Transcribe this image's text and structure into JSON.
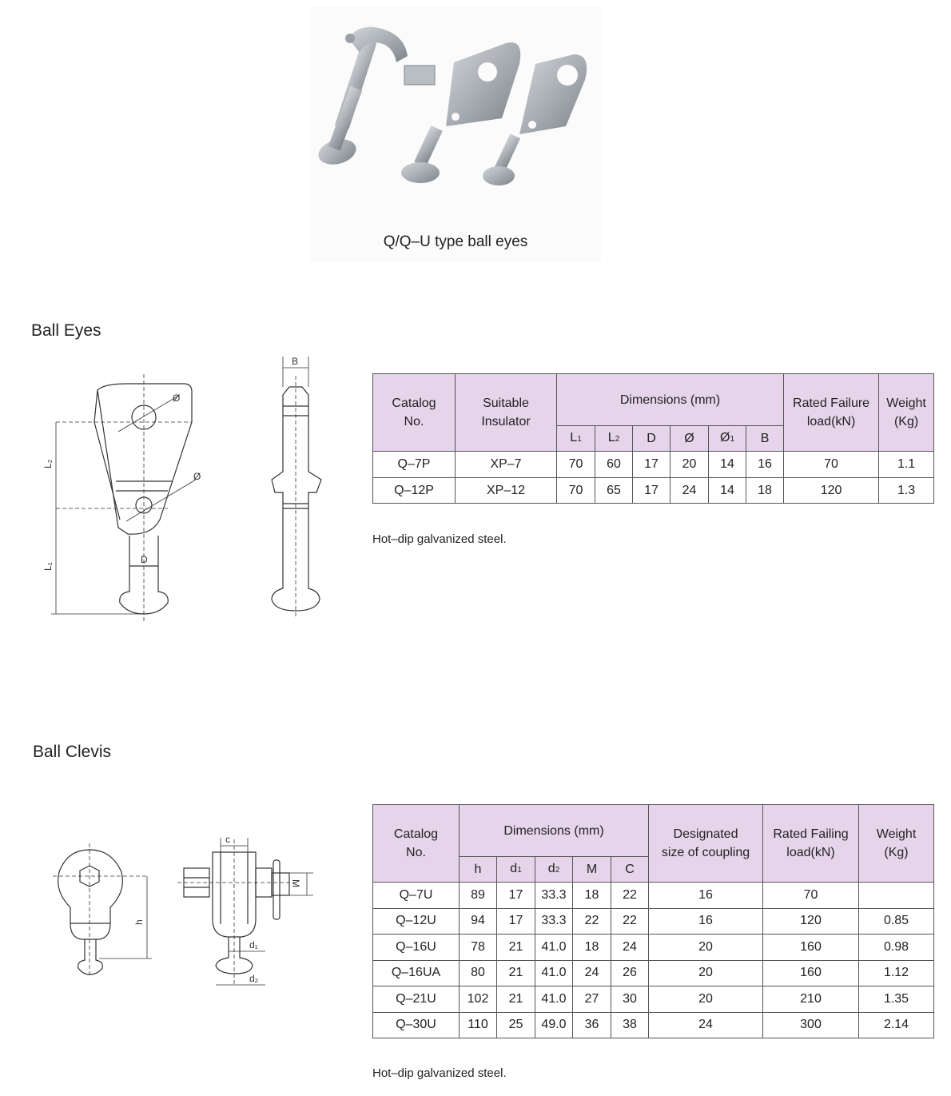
{
  "photo": {
    "caption": "Q/Q–U type ball eyes"
  },
  "ball_eyes": {
    "title": "Ball Eyes",
    "drawing_labels": {
      "phi_top": "Ø",
      "phi_mid": "Ø",
      "l2": "L₂",
      "l1": "L₁",
      "d": "D",
      "b": "B"
    },
    "table": {
      "headers": {
        "catalog_line1": "Catalog",
        "catalog_line2": "No.",
        "insulator_line1": "Suitable",
        "insulator_line2": "Insulator",
        "dimensions": "Dimensions (mm)",
        "rated_line1": "Rated Failure",
        "rated_line2": "load(kN)",
        "weight_line1": "Weight",
        "weight_line2": "(Kg)",
        "sub": [
          {
            "main": "L",
            "sub": "1"
          },
          {
            "main": "L",
            "sub": "2"
          },
          {
            "main": "D",
            "sub": ""
          },
          {
            "main": "Ø",
            "sub": ""
          },
          {
            "main": "Ø",
            "sub": "1"
          },
          {
            "main": "B",
            "sub": ""
          }
        ]
      },
      "rows": [
        [
          "Q–7P",
          "XP–7",
          "70",
          "60",
          "17",
          "20",
          "14",
          "16",
          "70",
          "1.1"
        ],
        [
          "Q–12P",
          "XP–12",
          "70",
          "65",
          "17",
          "24",
          "14",
          "18",
          "120",
          "1.3"
        ]
      ]
    },
    "note": "Hot–dip galvanized steel."
  },
  "ball_clevis": {
    "title": "Ball Clevis",
    "drawing_labels": {
      "h": "h",
      "c": "c",
      "m": "M",
      "d1": "d₁",
      "d2": "d₂"
    },
    "table": {
      "headers": {
        "catalog_line1": "Catalog",
        "catalog_line2": "No.",
        "dimensions": "Dimensions (mm)",
        "coupling_line1": "Designated",
        "coupling_line2": "size of coupling",
        "rated_line1": "Rated Failing",
        "rated_line2": "load(kN)",
        "weight_line1": "Weight",
        "weight_line2": "(Kg)",
        "sub": [
          {
            "main": "h",
            "sub": ""
          },
          {
            "main": "d",
            "sub": "1"
          },
          {
            "main": "d",
            "sub": "2"
          },
          {
            "main": "M",
            "sub": ""
          },
          {
            "main": "C",
            "sub": ""
          }
        ]
      },
      "rows": [
        [
          "Q–7U",
          "89",
          "17",
          "33.3",
          "18",
          "22",
          "16",
          "70",
          ""
        ],
        [
          "Q–12U",
          "94",
          "17",
          "33.3",
          "22",
          "22",
          "16",
          "120",
          "0.85"
        ],
        [
          "Q–16U",
          "78",
          "21",
          "41.0",
          "18",
          "24",
          "20",
          "160",
          "0.98"
        ],
        [
          "Q–16UA",
          "80",
          "21",
          "41.0",
          "24",
          "26",
          "20",
          "160",
          "1.12"
        ],
        [
          "Q–21U",
          "102",
          "21",
          "41.0",
          "27",
          "30",
          "20",
          "210",
          "1.35"
        ],
        [
          "Q–30U",
          "110",
          "25",
          "49.0",
          "36",
          "38",
          "24",
          "300",
          "2.14"
        ]
      ]
    },
    "note": "Hot–dip galvanized steel."
  }
}
